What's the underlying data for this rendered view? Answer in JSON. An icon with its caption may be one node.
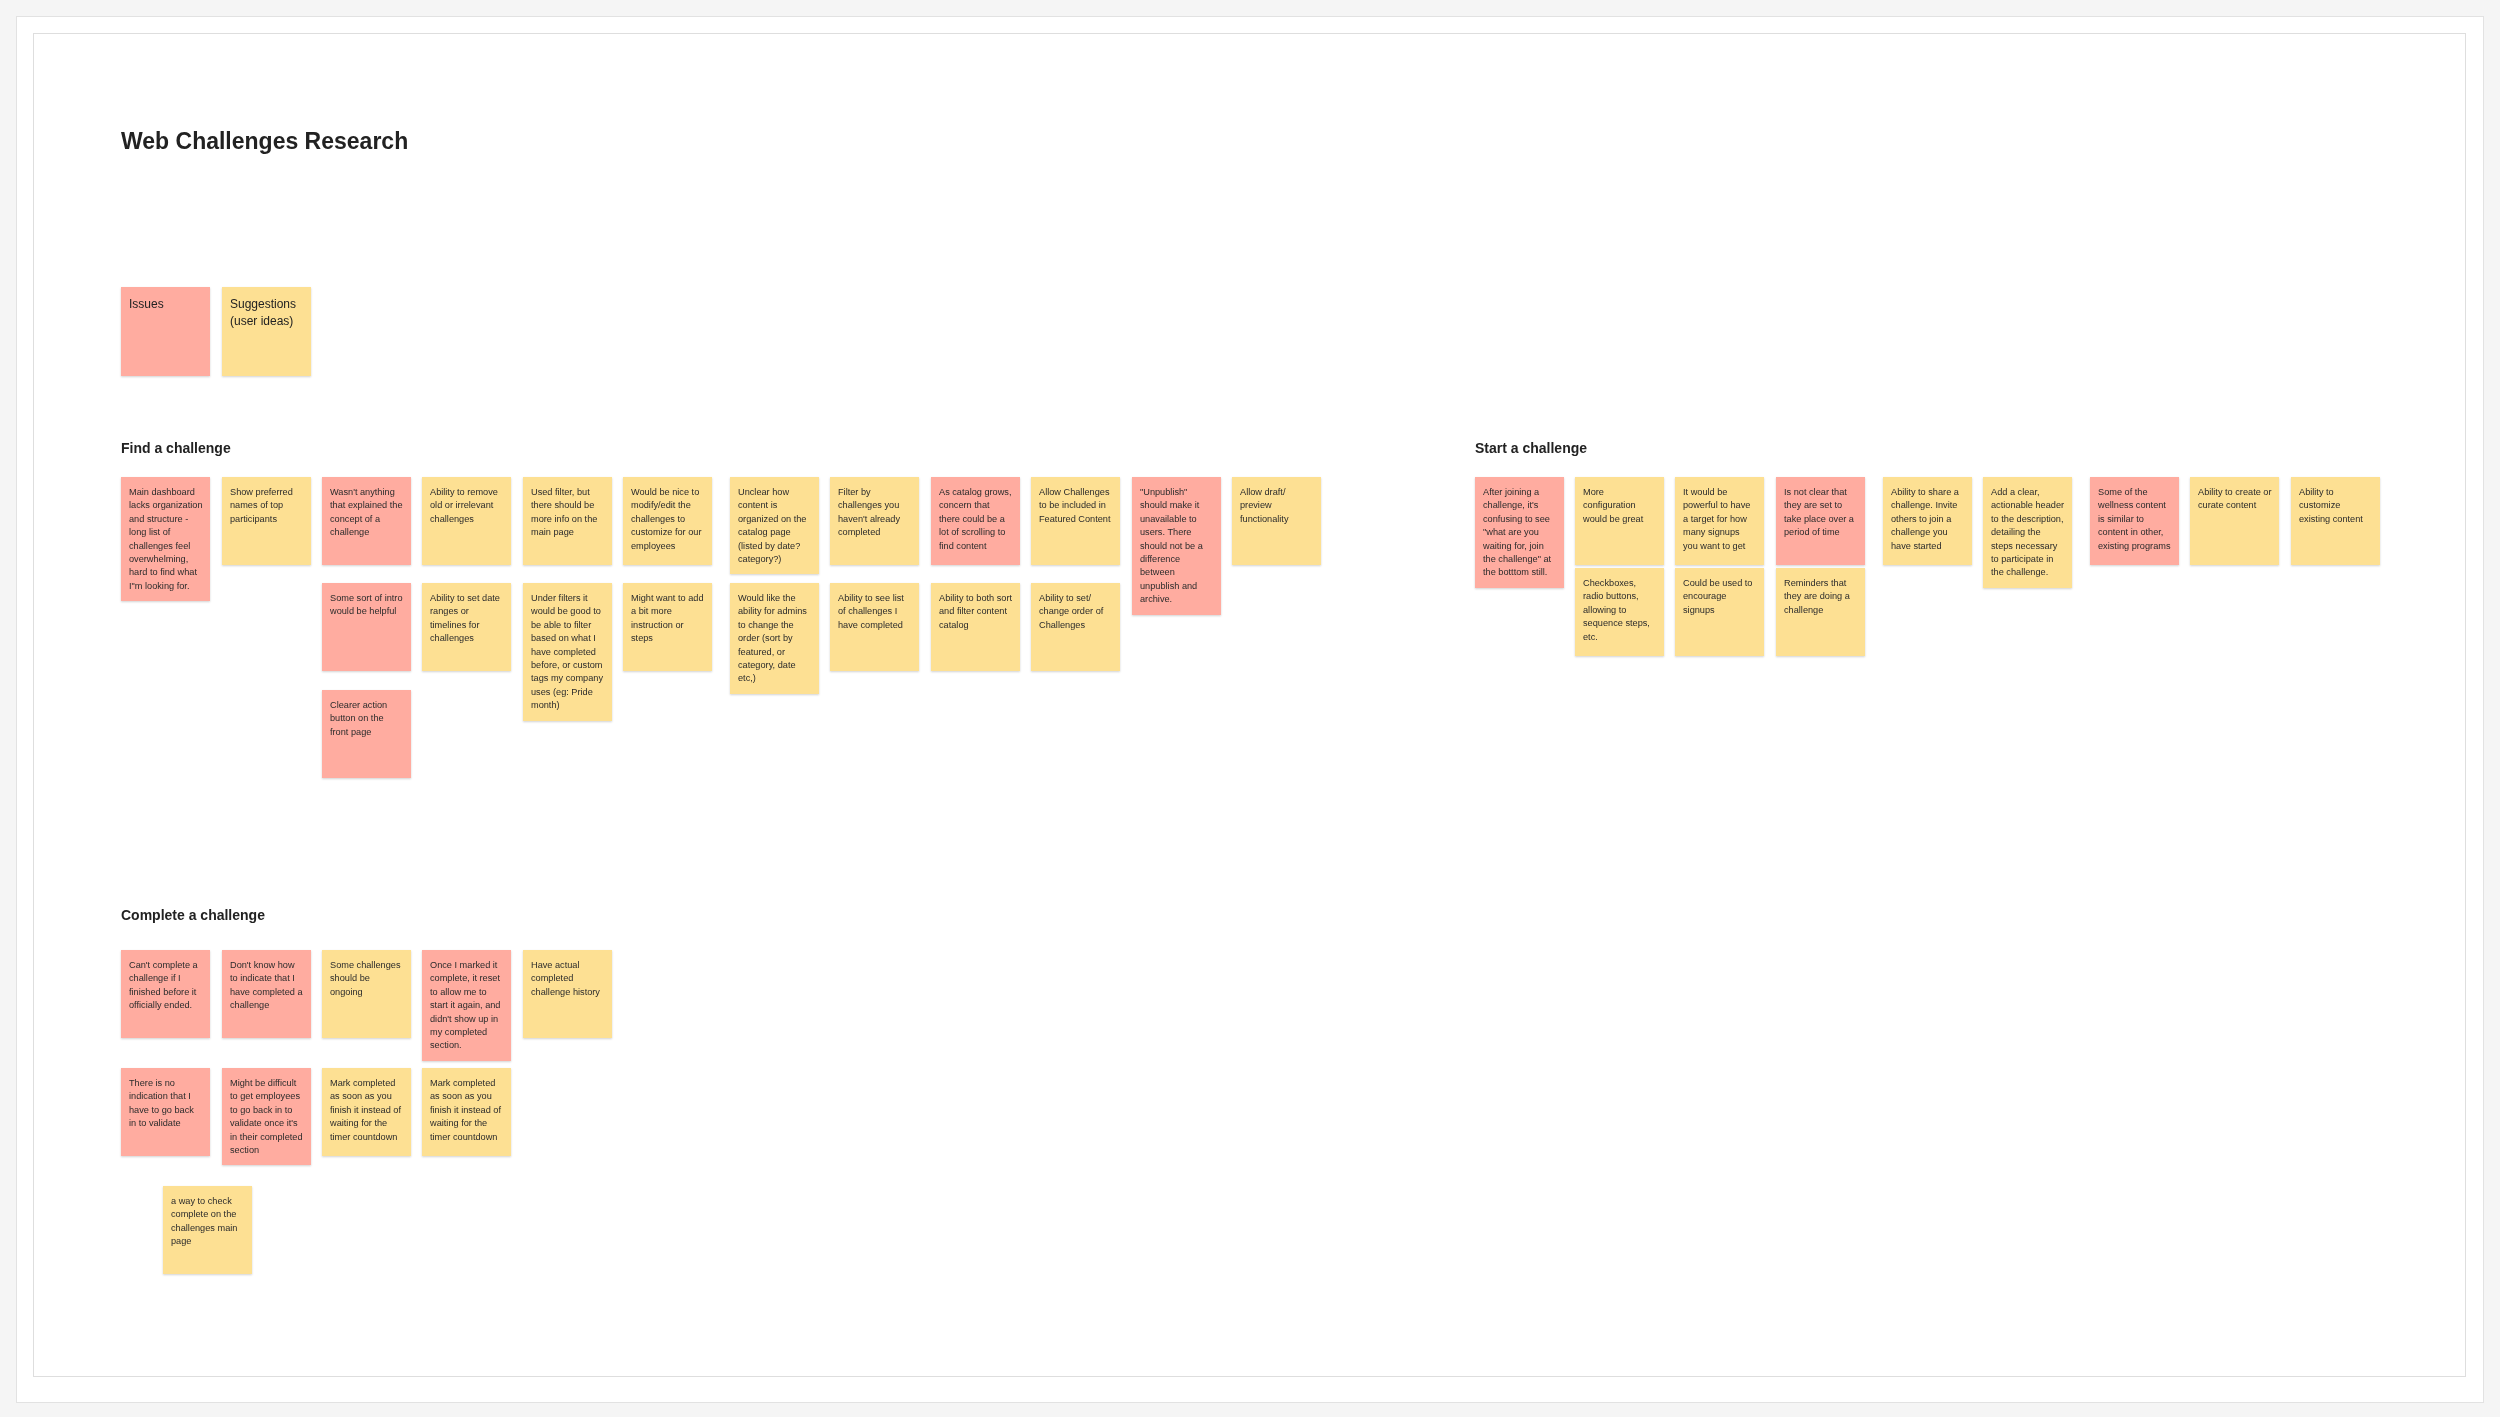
{
  "diagram": {
    "title": "Web Challenges Research",
    "nodes": [
      {
        "text": [
          "Main dashboard lacks organization and structure - long list of challenges feel overwhelming, hard to find what I\"m looking for."
        ]
      },
      {
        "text": [
          "Show preferred names of top participants"
        ]
      },
      {
        "text": [
          "Wasn't anything that explained the concept of a challenge"
        ]
      },
      {
        "text": [
          "Some sort of intro would be helpful"
        ]
      },
      {
        "text": [
          "Clearer action button on the front page"
        ]
      },
      {
        "text": [
          "Ability to remove old or irrelevant challenges"
        ]
      },
      {
        "text": [
          "Ability to set date ranges or timelines for challenges"
        ]
      },
      {
        "text": [
          "Used filter, but there should be more info on the main page"
        ]
      },
      {
        "text": [
          "Under filters it would be good to be able to filter based on what I have completed before, or custom tags my company uses (eg: Pride month)"
        ]
      },
      {
        "text": [
          "Would be nice to modify/edit the challenges to customize for our employees"
        ]
      },
      {
        "text": [
          "Might want to add a bit more instruction or steps"
        ]
      },
      {
        "text": [
          "Unclear how content is organized on the catalog page (listed by date? category?)"
        ]
      },
      {
        "text": [
          "Would like the ability for admins to change the order (sort by featured, or category, date etc,)"
        ]
      },
      {
        "text": [
          "Filter by challenges you haven't already completed"
        ]
      },
      {
        "text": [
          "Ability to see list of challenges I have completed"
        ]
      },
      {
        "text": [
          "As catalog grows, concern that there could be a lot of scrolling to find content"
        ]
      },
      {
        "text": [
          "Ability to both sort and filter content catalog"
        ]
      },
      {
        "text": [
          "Allow Challenges to be included in Featured Content"
        ]
      },
      {
        "text": [
          "Ability to set/ change order of Challenges"
        ]
      },
      {
        "text": [
          "\"Unpublish\" should make it unavailable to users. There should not be a difference between unpublish and archive."
        ]
      },
      {
        "text": [
          "Allow draft/ preview functionality"
        ]
      },
      {
        "text": [
          "After joining a challenge, it's confusing to see \"what are you waiting for, join the challenge\" at the botttom still."
        ]
      },
      {
        "text": [
          "More configuration would be great"
        ]
      },
      {
        "text": [
          "Checkboxes, radio buttons, allowing to sequence steps, etc."
        ]
      },
      {
        "text": [
          "It would be powerful to have a target for how many signups you want to get"
        ]
      },
      {
        "text": [
          "Could be used to encourage signups"
        ]
      },
      {
        "text": [
          "Is not clear that they are set to take place over a period of time"
        ]
      },
      {
        "text": [
          "Reminders that they are doing a challenge"
        ]
      },
      {
        "text": [
          "Ability to share a challenge. Invite others to join a challenge you have started"
        ]
      },
      {
        "text": [
          "Add a clear, actionable header to the description, detailing the steps necessary to participate in the challenge."
        ]
      },
      {
        "text": [
          "Some of the wellness content is similar to content in other, existing programs"
        ]
      },
      {
        "text": [
          "Ability to create or curate content"
        ]
      },
      {
        "text": [
          "Ability to customize existing content"
        ]
      },
      {
        "text": [
          "Can't complete a challenge if I finished before it officially ended."
        ]
      },
      {
        "text": [
          "There is no indication that I have to go back in to validate"
        ]
      },
      {
        "text": [
          "Don't know how to indicate that I have completed a challenge"
        ]
      },
      {
        "text": [
          "Might be difficult to get employees to go back in to validate once it's in their completed section"
        ]
      },
      {
        "text": [
          "Some challenges should be ongoing"
        ]
      },
      {
        "text": [
          "Mark completed as soon as you finish it instead of waiting for the timer countdown"
        ]
      },
      {
        "text": [
          "Once I marked it complete, it reset to allow me to start it again, and didn't show up in my completed section."
        ]
      },
      {
        "text": [
          "Mark completed as soon as you finish it instead of waiting for the timer countdown"
        ]
      },
      {
        "text": [
          "Have actual completed challenge history"
        ]
      },
      {
        "text": [
          "a way to check complete on the challenges main page"
        ]
      }
    ],
    "labels": [
      "Find a challenge",
      "Start a challenge",
      "Complete a challenge"
    ],
    "legend": [
      {
        "text": "Issues",
        "color": "#ffaca0"
      },
      {
        "text": "Suggestions (user ideas)",
        "color": "#fde093"
      }
    ]
  }
}
